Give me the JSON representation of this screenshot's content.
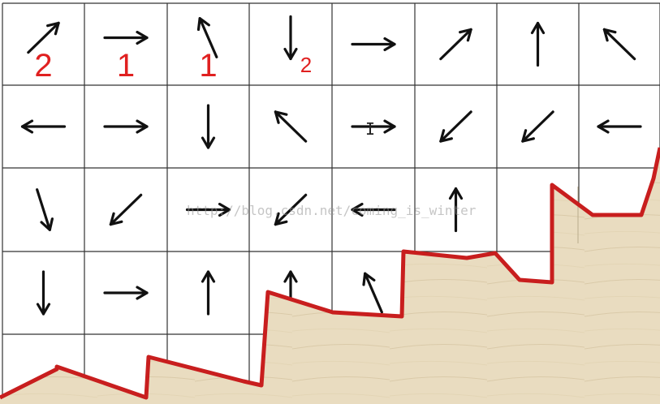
{
  "grid": {
    "rows": 5,
    "cols": 8,
    "line_color": "#333333",
    "arrow_color": "#111111",
    "label_color": "#e02020"
  },
  "cells": [
    {
      "row": 0,
      "col": 0,
      "arrow": "north-east",
      "label": "2"
    },
    {
      "row": 0,
      "col": 1,
      "arrow": "east",
      "label": "1"
    },
    {
      "row": 0,
      "col": 2,
      "arrow": "north-north-west",
      "label": "1"
    },
    {
      "row": 0,
      "col": 3,
      "arrow": "south",
      "label": "2"
    },
    {
      "row": 0,
      "col": 4,
      "arrow": "east"
    },
    {
      "row": 0,
      "col": 5,
      "arrow": "north-east"
    },
    {
      "row": 0,
      "col": 6,
      "arrow": "north"
    },
    {
      "row": 0,
      "col": 7,
      "arrow": "north-west"
    },
    {
      "row": 1,
      "col": 0,
      "arrow": "west"
    },
    {
      "row": 1,
      "col": 1,
      "arrow": "east"
    },
    {
      "row": 1,
      "col": 2,
      "arrow": "south"
    },
    {
      "row": 1,
      "col": 3,
      "arrow": "north-west"
    },
    {
      "row": 1,
      "col": 4,
      "arrow": "east"
    },
    {
      "row": 1,
      "col": 5,
      "arrow": "south-west"
    },
    {
      "row": 1,
      "col": 6,
      "arrow": "south-west"
    },
    {
      "row": 1,
      "col": 7,
      "arrow": "west"
    },
    {
      "row": 2,
      "col": 0,
      "arrow": "south-south-east"
    },
    {
      "row": 2,
      "col": 1,
      "arrow": "south-west"
    },
    {
      "row": 2,
      "col": 2,
      "arrow": "east"
    },
    {
      "row": 2,
      "col": 3,
      "arrow": "south-west"
    },
    {
      "row": 2,
      "col": 4,
      "arrow": "west"
    },
    {
      "row": 2,
      "col": 5,
      "arrow": "north"
    },
    {
      "row": 3,
      "col": 0,
      "arrow": "south"
    },
    {
      "row": 3,
      "col": 1,
      "arrow": "east"
    },
    {
      "row": 3,
      "col": 2,
      "arrow": "north"
    },
    {
      "row": 3,
      "col": 3,
      "arrow": "north"
    },
    {
      "row": 3,
      "col": 4,
      "arrow": "north-north-west"
    }
  ],
  "terrain": {
    "fill_color": "#e9dcc0",
    "edge_color": "#c81e1e"
  },
  "watermark": "http://blog.csdn.net/coming_is_winter"
}
